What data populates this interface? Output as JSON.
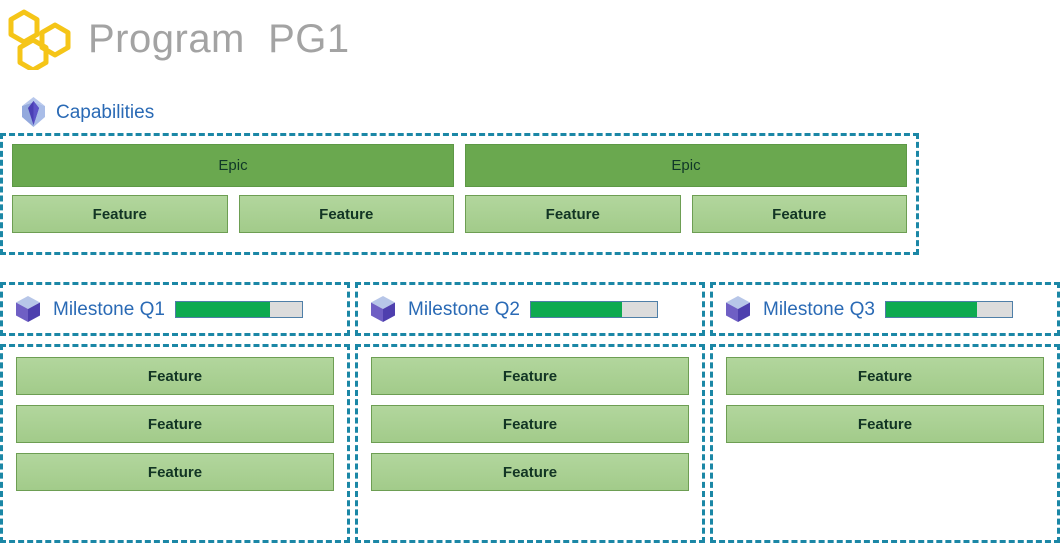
{
  "header": {
    "logo_icon": "honeycomb-hexagons-icon",
    "logo_color": "#f5c518",
    "title": "Program  PG1",
    "title_color": "#a3a3a3"
  },
  "capabilities": {
    "icon": "gem-crystal-icon",
    "label": "Capabilities",
    "label_color": "#2a6ab5",
    "epics": [
      {
        "label": "Epic"
      },
      {
        "label": "Epic"
      }
    ],
    "features": [
      {
        "label": "Feature"
      },
      {
        "label": "Feature"
      },
      {
        "label": "Feature"
      },
      {
        "label": "Feature"
      }
    ]
  },
  "colors": {
    "panel_border": "#1b87a6",
    "epic_fill": "#6aa84f",
    "feature_fill": "#a9d193",
    "progress_fill": "#0eaa50",
    "progress_track": "#dcdcdc",
    "milestone_text": "#2a6ab5"
  },
  "milestones": [
    {
      "icon": "cube-icon",
      "name": "Milestone Q1",
      "progress_percent": 75,
      "features": [
        {
          "label": "Feature"
        },
        {
          "label": "Feature"
        },
        {
          "label": "Feature"
        }
      ]
    },
    {
      "icon": "cube-icon",
      "name": "Milestone Q2",
      "progress_percent": 72,
      "features": [
        {
          "label": "Feature"
        },
        {
          "label": "Feature"
        },
        {
          "label": "Feature"
        }
      ]
    },
    {
      "icon": "cube-icon",
      "name": "Milestone Q3",
      "progress_percent": 72,
      "features": [
        {
          "label": "Feature"
        },
        {
          "label": "Feature"
        }
      ]
    }
  ]
}
